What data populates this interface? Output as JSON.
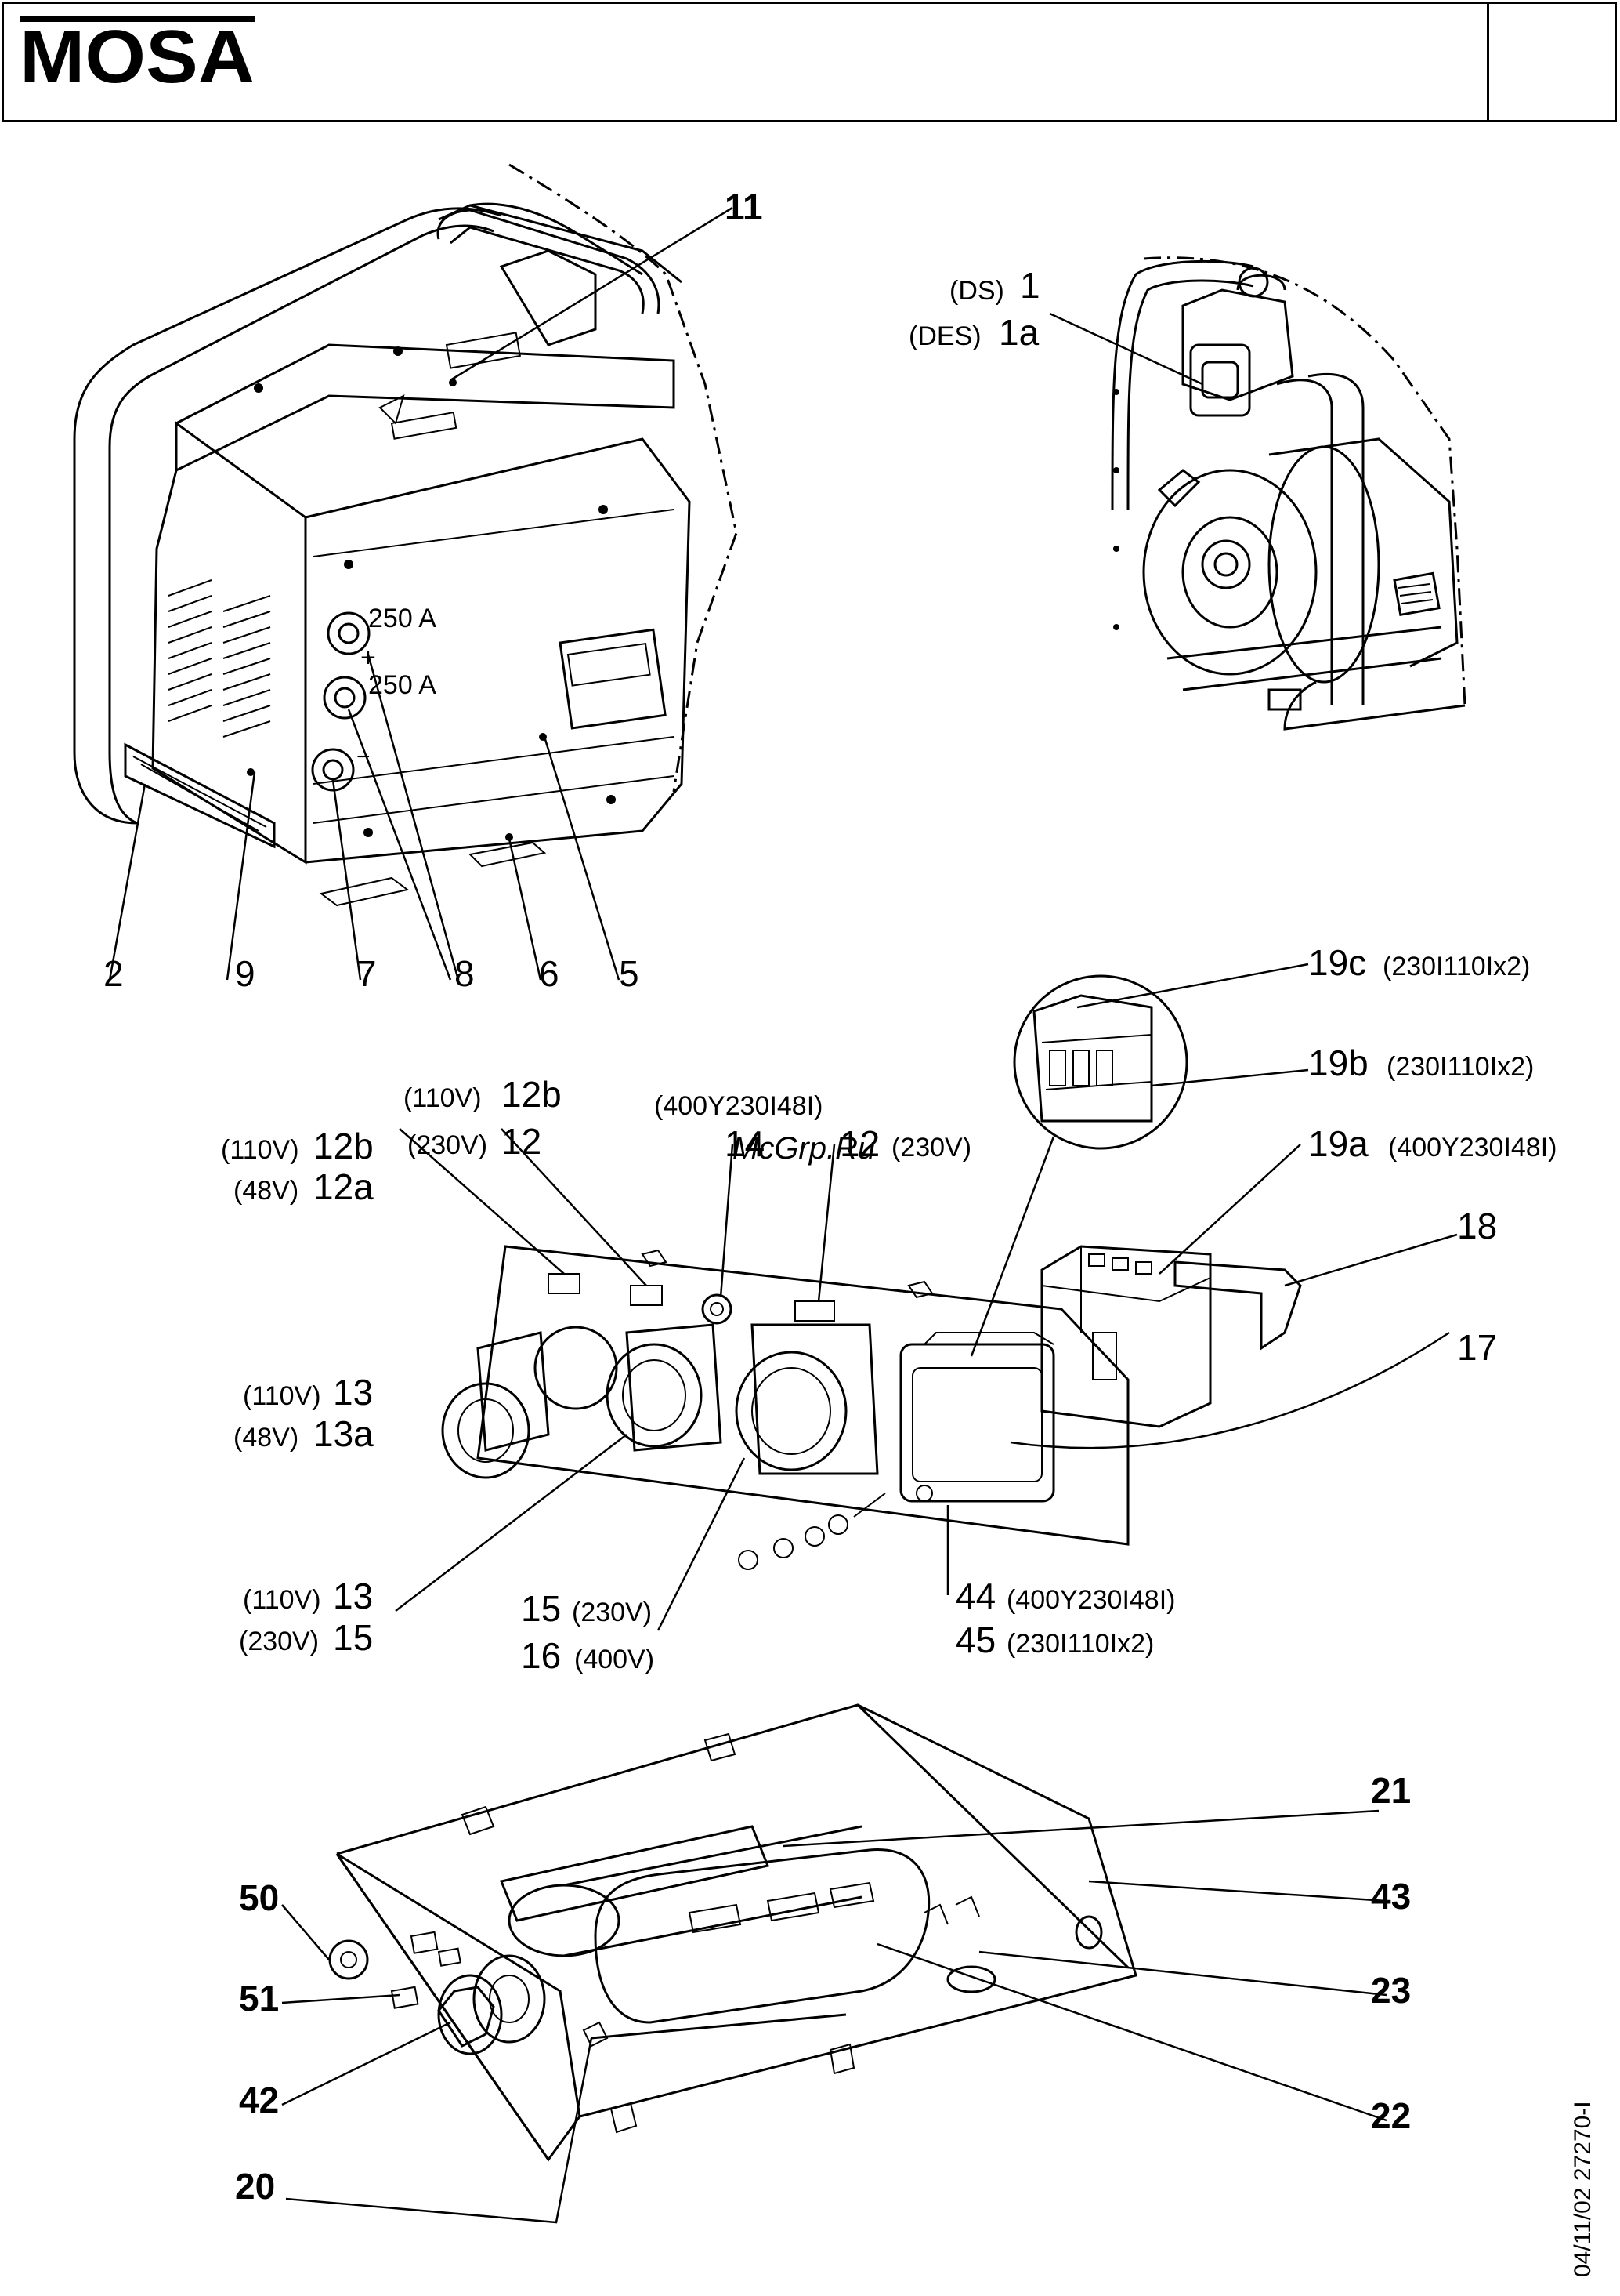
{
  "header": {
    "brand": "MOSA",
    "page_number": ""
  },
  "watermark": "McGrp.Ru",
  "document_code": "04/11/02 27270-I",
  "labels": {
    "l11": "11",
    "l1_prefix": "(DS)",
    "l1": "1",
    "l1a_prefix": "(DES)",
    "l1a": "1a",
    "l2": "2",
    "l9": "9",
    "l7": "7",
    "l8": "8",
    "l6": "6",
    "l5": "5",
    "l19c": "19c",
    "l19c_suffix": "(230I110Ix2)",
    "l19b": "19b",
    "l19b_suffix": "(230I110Ix2)",
    "l19a": "19a",
    "l19a_suffix": "(400Y230I48I)",
    "l18": "18",
    "l17": "17",
    "l12b_top_prefix": "(110V)",
    "l12b_top": "12b",
    "l12_top_prefix": "(230V)",
    "l12_top": "12",
    "l12b_left_prefix": "(110V)",
    "l12b_left": "12b",
    "l12a_prefix": "(48V)",
    "l12a": "12a",
    "l14_prefix": "(400Y230I48I)",
    "l14": "14",
    "l12_right": "12",
    "l12_right_suffix": "(230V)",
    "l13_prefix": "(110V)",
    "l13": "13",
    "l13a_prefix": "(48V)",
    "l13a": "13a",
    "l13b_prefix": "(110V)",
    "l13b": "13",
    "l15_left_prefix": "(230V)",
    "l15_left": "15",
    "l15": "15",
    "l15_suffix": "(230V)",
    "l16": "16",
    "l16_suffix": "(400V)",
    "l44": "44",
    "l44_suffix": "(400Y230I48I)",
    "l45": "45",
    "l45_suffix": "(230I110Ix2)",
    "l21": "21",
    "l43": "43",
    "l23": "23",
    "l22": "22",
    "l50": "50",
    "l51": "51",
    "l42": "42",
    "l20": "20"
  },
  "socket_marks": {
    "upper": "250 A",
    "middle": "250 A",
    "plus": "+",
    "minus": "−"
  }
}
